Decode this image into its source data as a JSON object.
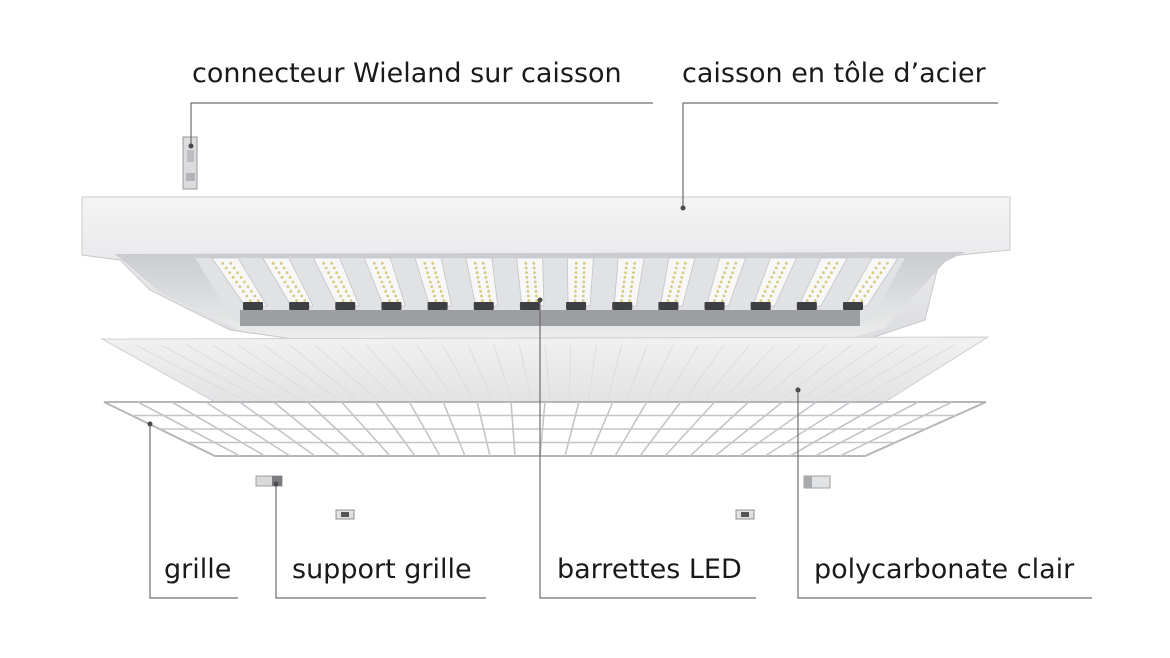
{
  "labels": {
    "connector": "connecteur Wieland sur caisson",
    "housing": "caisson en tôle d’acier",
    "grille": "grille",
    "grille_support": "support grille",
    "led_bars": "barrettes LED",
    "polycarbonate": "polycarbonate clair"
  },
  "colors": {
    "leader_line": "#6e6e6e",
    "housing": "#e9eaeb",
    "led_chip": "#d9c97a",
    "text": "#1a1a1a"
  }
}
